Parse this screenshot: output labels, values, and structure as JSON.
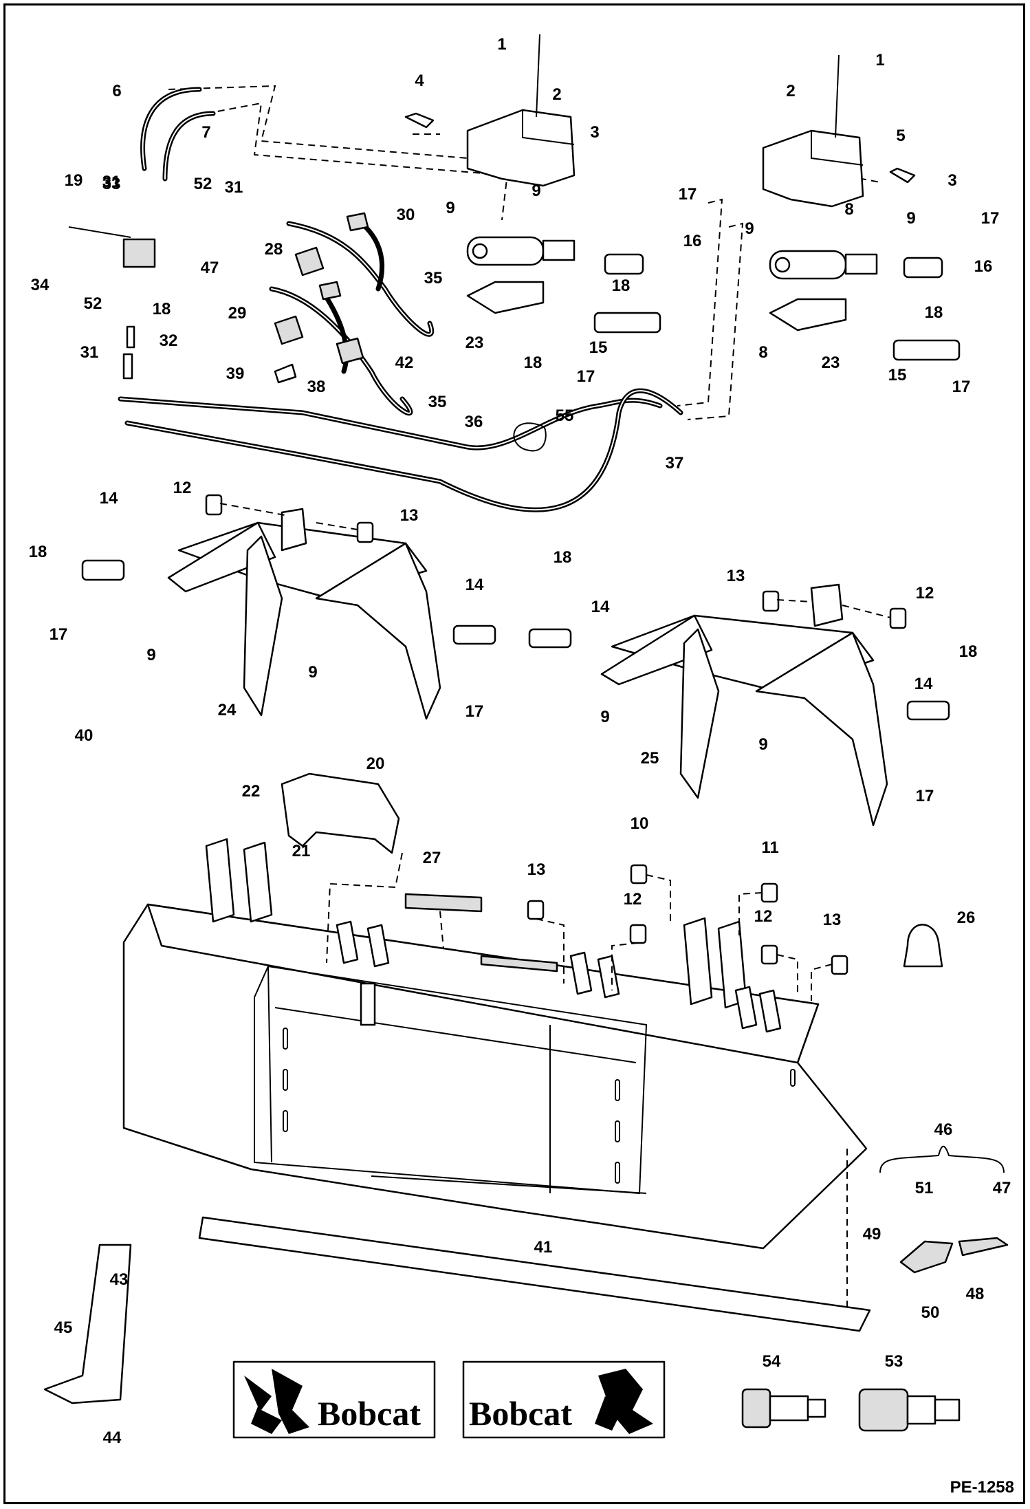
{
  "figure_code": "PE-1258",
  "callouts": [
    "1",
    "1",
    "2",
    "2",
    "3",
    "3",
    "4",
    "5",
    "6",
    "7",
    "8",
    "8",
    "9",
    "9",
    "9",
    "9",
    "9",
    "9",
    "9",
    "9",
    "10",
    "11",
    "12",
    "12",
    "12",
    "12",
    "13",
    "13",
    "13",
    "13",
    "14",
    "14",
    "14",
    "14",
    "15",
    "15",
    "16",
    "16",
    "17",
    "17",
    "17",
    "17",
    "17",
    "17",
    "17",
    "18",
    "18",
    "18",
    "18",
    "18",
    "18",
    "18",
    "19",
    "20",
    "21",
    "22",
    "23",
    "23",
    "24",
    "25",
    "26",
    "27",
    "28",
    "29",
    "30",
    "31",
    "31",
    "31",
    "32",
    "33",
    "34",
    "35",
    "35",
    "36",
    "37",
    "38",
    "39",
    "40",
    "41",
    "42",
    "43",
    "44",
    "45",
    "46",
    "47",
    "47",
    "48",
    "49",
    "50",
    "51",
    "52",
    "52",
    "53",
    "54",
    "55"
  ],
  "decals": [
    {
      "callout": "4",
      "brand": "Bobcat"
    },
    {
      "callout": "5",
      "brand": "Bobcat"
    }
  ]
}
